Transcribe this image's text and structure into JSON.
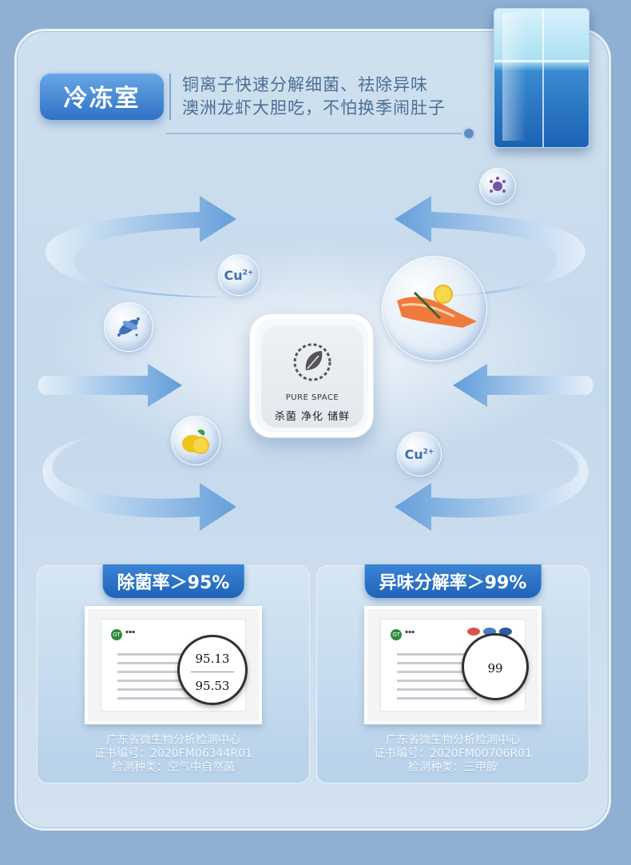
{
  "header": {
    "badge": "冷冻室",
    "line1": "铜离子快速分解细菌、祛除异味",
    "line2": "澳洲龙虾大胆吃，不怕换季闹肚子"
  },
  "module": {
    "brand": "PURE SPACE",
    "functions": "杀菌  净化  储鲜"
  },
  "ions": {
    "symbol": "Cu",
    "charge": "2+"
  },
  "cards": [
    {
      "tab": "除菌率＞95%",
      "magnifier_values": [
        "95.13",
        "95.53"
      ],
      "lines": [
        "广东省微生物分析检测中心",
        "证书编号：2020FM06344R01",
        "检测种类：空气中自然菌"
      ]
    },
    {
      "tab": "异味分解率＞99%",
      "magnifier_values": [
        "99"
      ],
      "lines": [
        "广东省微生物分析检测中心",
        "证书编号：2020FM00706R01",
        "检测种类：三甲胺"
      ]
    }
  ],
  "colors": {
    "accent": "#2f72c7",
    "arrow": "#6fa6dd",
    "text": "#4c6f96"
  }
}
